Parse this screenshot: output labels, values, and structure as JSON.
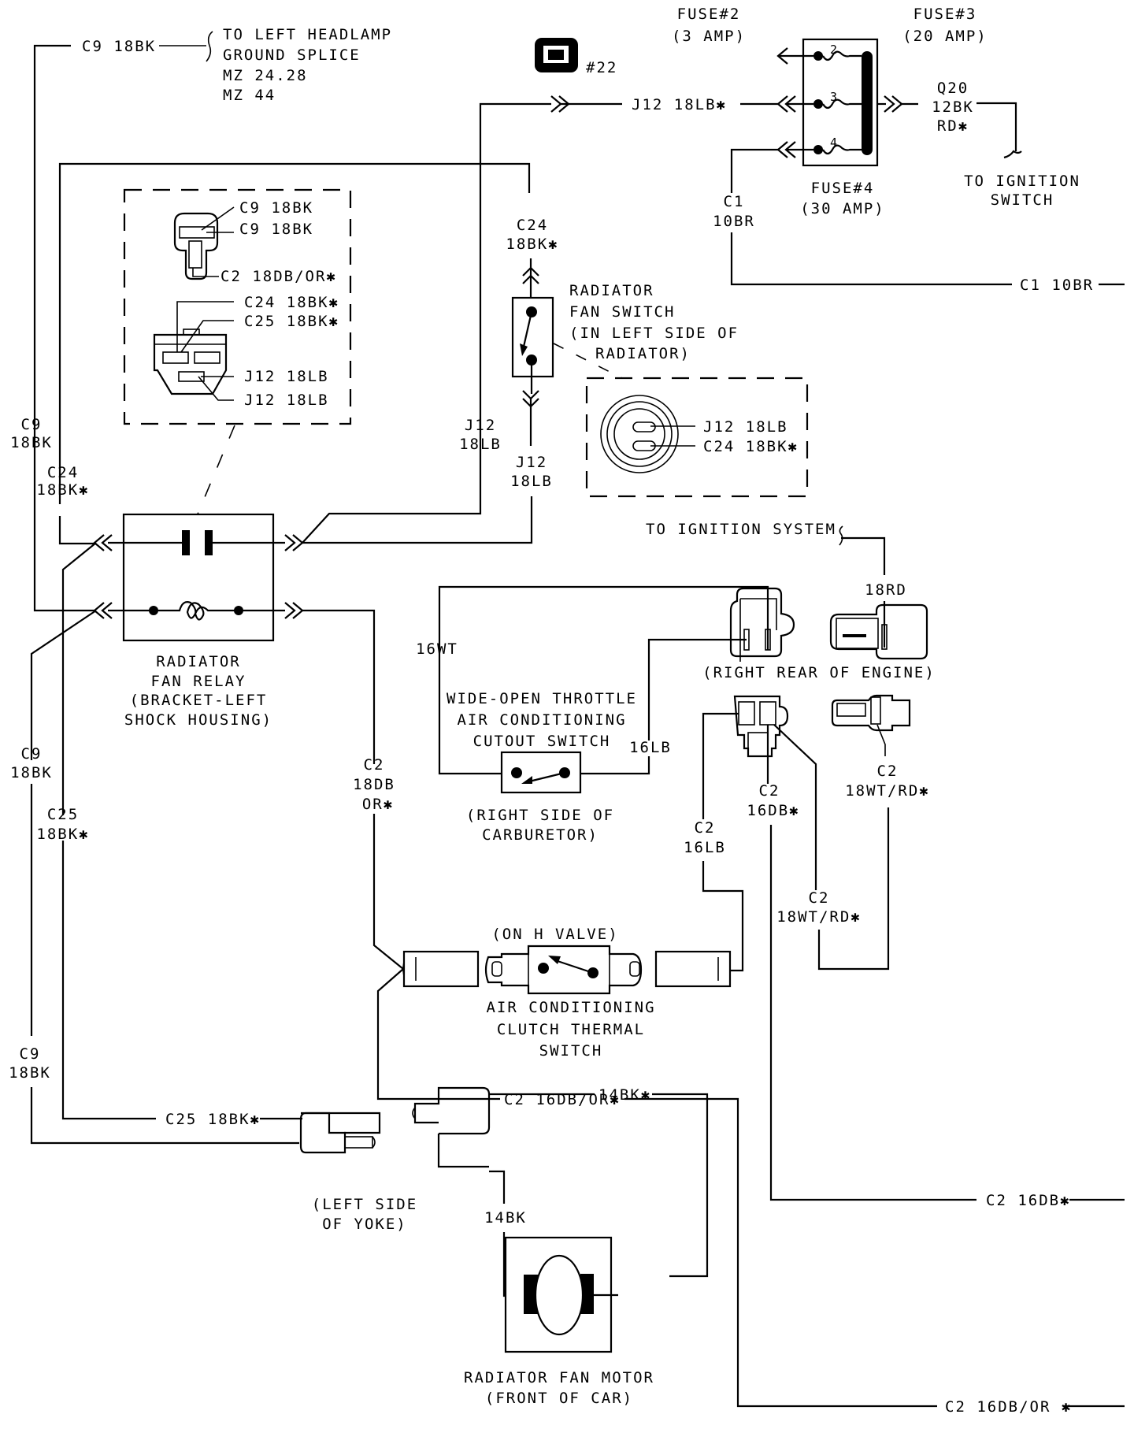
{
  "diagram": {
    "title": "Radiator Fan Wiring Diagram",
    "colors": {
      "ink": "#000000",
      "paper": "#ffffff"
    },
    "headlamp": {
      "wire": "C9 18BK",
      "dest_line1": "TO LEFT HEADLAMP",
      "dest_line2": "GROUND SPLICE",
      "ref1": "MZ 24.28",
      "ref2": "MZ 44"
    },
    "connector_icon": {
      "icon": "connector-icon",
      "label": "#22"
    },
    "fuses": {
      "fuse2": {
        "line1": "FUSE#2",
        "line2": "(3 AMP)",
        "num": "2"
      },
      "fuse3": {
        "line1": "FUSE#3",
        "line2": "(20 AMP)",
        "num": "3"
      },
      "fuse4": {
        "line1": "FUSE#4",
        "line2": "(30 AMP)",
        "num": "4"
      }
    },
    "top_wires": {
      "j12": "J12 18LB✱",
      "q20_l1": "Q20",
      "q20_l2": "12BK",
      "q20_l3": "RD✱",
      "ign_switch_l1": "TO IGNITION",
      "ign_switch_l2": "SWITCH",
      "c1_l1": "C1",
      "c1_l2": "10BR",
      "c1_right": "C1 10BR"
    },
    "relay_connector_detail": {
      "pins": [
        "C9 18BK",
        "C9 18BK",
        "C2 18DB/OR✱",
        "C24 18BK✱",
        "C25 18BK✱",
        "J12 18LB",
        "J12 18LB"
      ]
    },
    "fan_switch": {
      "top_wire_l1": "C24",
      "top_wire_l2": "18BK✱",
      "bottom_wire_l1": "J12",
      "bottom_wire_l2": "18LB",
      "name_l1": "RADIATOR",
      "name_l2": "FAN SWITCH",
      "name_l3": "(IN LEFT SIDE OF",
      "name_l4": "RADIATOR)",
      "detail_pins": [
        "J12 18LB",
        "C24 18BK✱"
      ]
    },
    "relay": {
      "name_l1": "RADIATOR",
      "name_l2": "FAN RELAY",
      "name_l3": "(BRACKET-LEFT",
      "name_l4": "SHOCK HOUSING)",
      "left_labels": {
        "c9_l1": "C9",
        "c9_l2": "18BK",
        "c24_l1": "C24",
        "c24_l2": "18BK✱",
        "c9b_l1": "C9",
        "c9b_l2": "18BK",
        "c25_l1": "C25",
        "c25_l2": "18BK✱",
        "c9c_l1": "C9",
        "c9c_l2": "18BK"
      },
      "j12_l1": "J12",
      "j12_l2": "18LB",
      "c2_l1": "C2",
      "c2_l2": "18DB",
      "c2_l3": "OR✱"
    },
    "ignition_system": {
      "label": "TO IGNITION SYSTEM",
      "wire": "18RD"
    },
    "wot_switch": {
      "wire_left": "16WT",
      "wire_right": "16LB",
      "name_l1": "WIDE-OPEN THROTTLE",
      "name_l2": "AIR CONDITIONING",
      "name_l3": "CUTOUT SWITCH",
      "loc_l1": "(RIGHT SIDE OF",
      "loc_l2": "CARBURETOR)"
    },
    "engine_connectors": {
      "location": "(RIGHT REAR OF ENGINE)",
      "c2_16db_l1": "C2",
      "c2_16db_l2": "16DB✱",
      "c2_wtrd_l1": "C2",
      "c2_wtrd_l2": "18WT/RD✱",
      "c2_16lb_l1": "C2",
      "c2_16lb_l2": "16LB",
      "c2_wtrd2_l1": "C2",
      "c2_wtrd2_l2": "18WT/RD✱"
    },
    "thermal_switch": {
      "loc": "(ON H VALVE)",
      "name_l1": "AIR CONDITIONING",
      "name_l2": "CLUTCH THERMAL",
      "name_l3": "SWITCH",
      "wire_out": "C2 16DB/OR✱"
    },
    "yoke": {
      "wire_c25": "C25 18BK✱",
      "loc_l1": "(LEFT SIDE",
      "loc_l2": "OF YOKE)",
      "wire_14bk_star": "14BK✱",
      "wire_14bk": "14BK"
    },
    "fan_motor": {
      "name_l1": "RADIATOR FAN MOTOR",
      "name_l2": "(FRONT OF CAR)"
    },
    "right_edge": {
      "c2_16db": "C2 16DB✱",
      "c2_16dbor": "C2 16DB/OR ✱"
    }
  }
}
